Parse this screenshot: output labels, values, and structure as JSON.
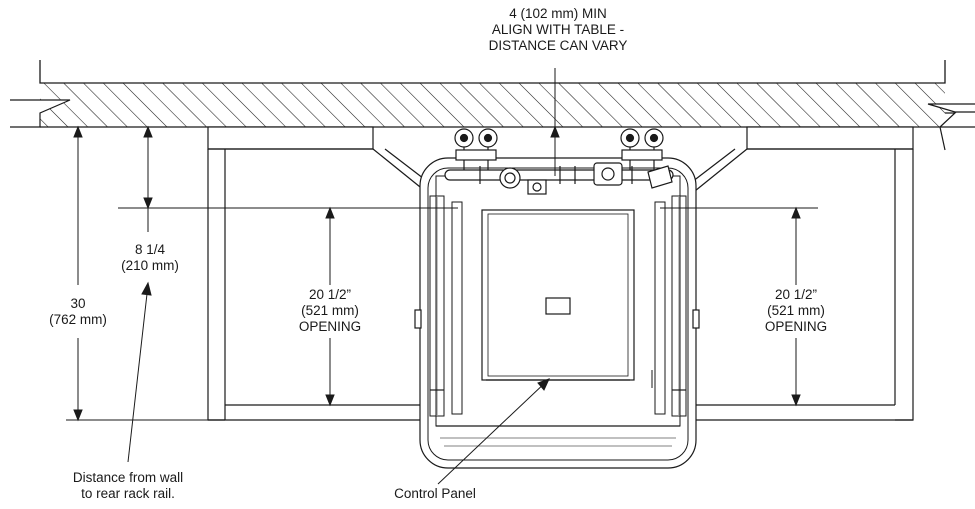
{
  "top_note": {
    "line1": "4 (102 mm) MIN",
    "line2": "ALIGN WITH TABLE -",
    "line3": "DISTANCE CAN VARY"
  },
  "dim_rail": {
    "line1": "8 1/4",
    "line2": "(210 mm)"
  },
  "dim_height": {
    "line1": "30",
    "line2": "(762 mm)"
  },
  "dim_opening_left": {
    "line1": "20 1/2”",
    "line2": "(521 mm)",
    "line3": "OPENING"
  },
  "dim_opening_right": {
    "line1": "20 1/2”",
    "line2": "(521 mm)",
    "line3": "OPENING"
  },
  "callout_wall": {
    "line1": "Distance from wall",
    "line2": "to rear rack rail."
  },
  "callout_panel": {
    "line1": "Control Panel"
  },
  "colors": {
    "line": "#1a1a1a",
    "grey": "#9a9a9a",
    "light": "#d8d8d8"
  }
}
